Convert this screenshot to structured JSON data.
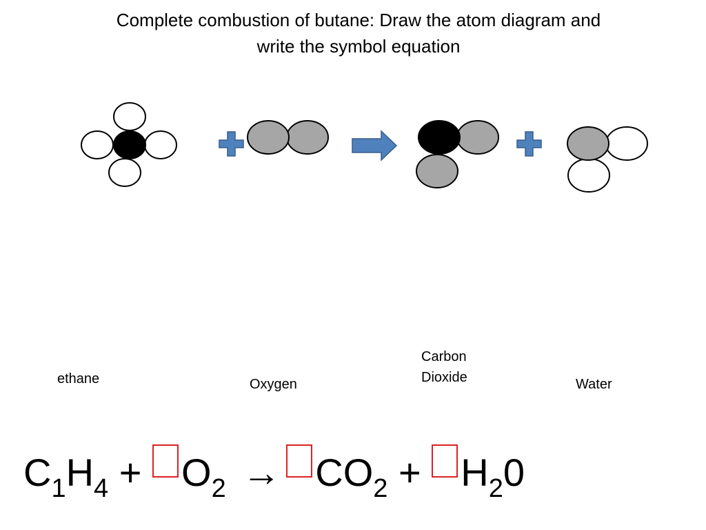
{
  "title": {
    "line1": "Complete combustion of butane: Draw the atom diagram and",
    "line2": "write the symbol equation"
  },
  "molecules": [
    {
      "name": "ethane",
      "label": "ethane"
    },
    {
      "name": "oxygen",
      "label": "Oxygen"
    },
    {
      "name": "carbon-dioxide",
      "label_line1": "Carbon",
      "label_line2": "Dioxide"
    },
    {
      "name": "water",
      "label": "Water"
    }
  ],
  "colors": {
    "carbon": "#000000",
    "oxygen": "#a6a6a6",
    "hydrogen": "#ffffff",
    "symbol_fill": "#4f81bd",
    "symbol_stroke": "#385d8a",
    "blank_box": "#e02020"
  },
  "equation": {
    "c": "C",
    "c_sub": "1",
    "h": "H",
    "h_sub": "4",
    "plus1": "+",
    "o2": "O",
    "o2_sub": "2",
    "arrow": "→",
    "co2_main": "CO",
    "co2_sub": "2",
    "plus2": "+",
    "h2o_h": "H",
    "h2o_sub": "2",
    "h2o_o": "0"
  }
}
